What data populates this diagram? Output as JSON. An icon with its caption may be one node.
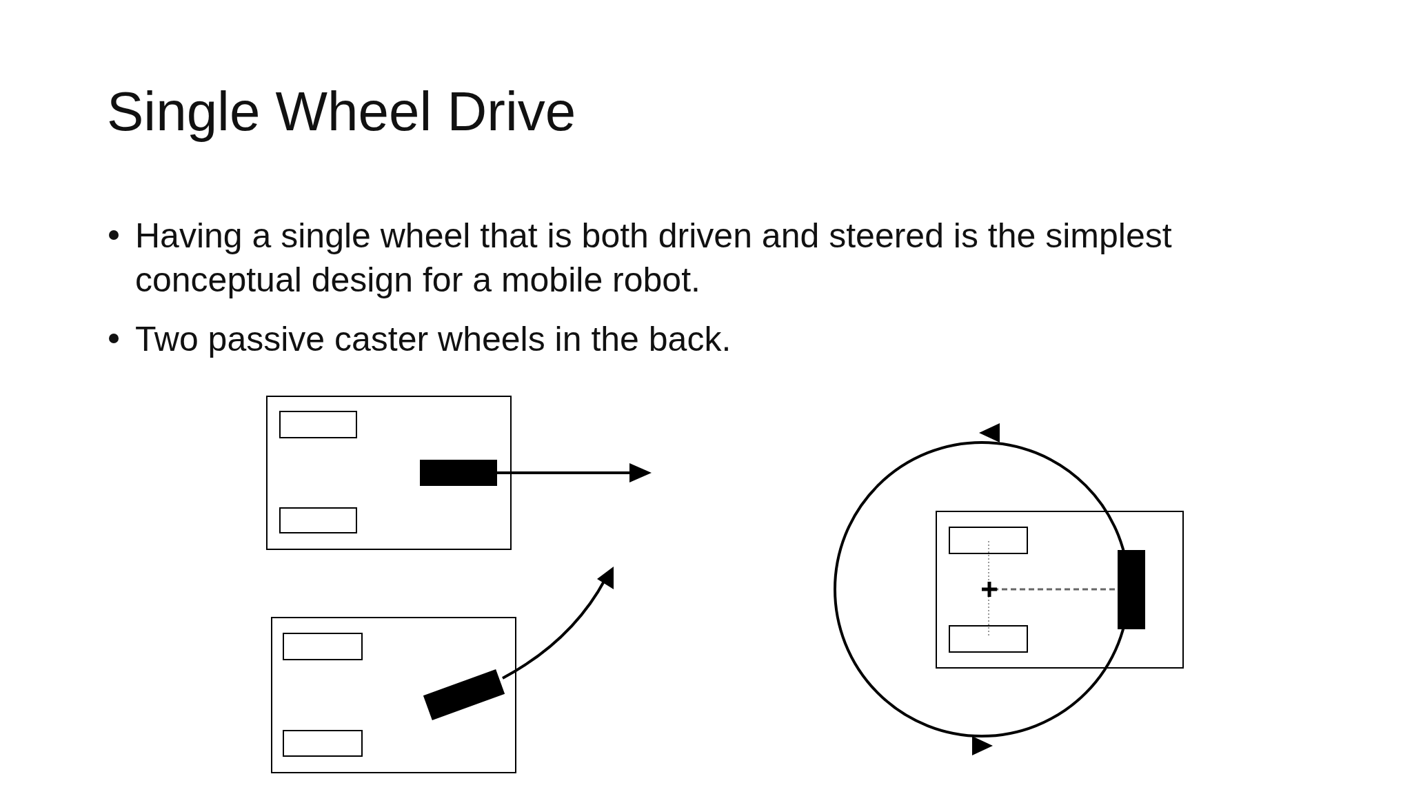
{
  "diagram": {
    "title": "Single Wheel Drive",
    "labels": [
      "Having a single wheel that is both driven and steered is the simplest conceptual design for a mobile robot.",
      "Two passive caster wheels in the back."
    ]
  }
}
